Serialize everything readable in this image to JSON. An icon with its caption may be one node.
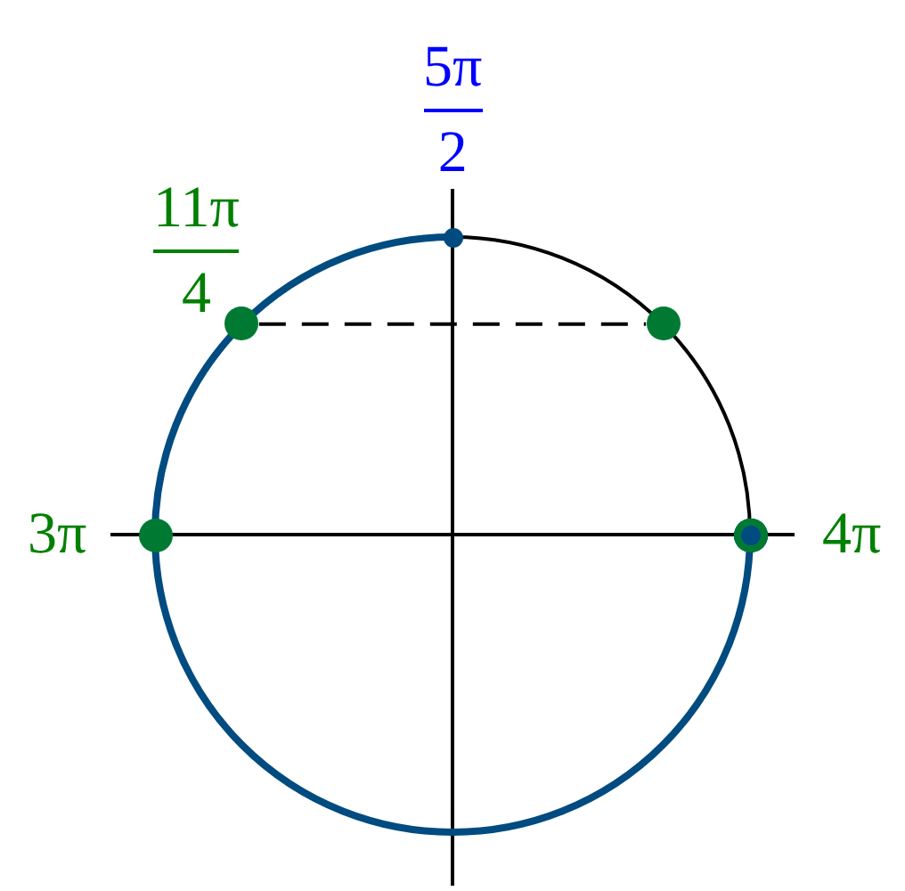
{
  "diagram": {
    "nodes": [
      {
        "text": [],
        "shape": "circle",
        "beside": [
          "5π",
          "2"
        ]
      },
      {
        "text": [],
        "shape": "circle",
        "beside": [
          "11π",
          "4"
        ]
      },
      {
        "text": [],
        "shape": "circle"
      },
      {
        "text": [],
        "shape": "circle",
        "beside": [
          "3π"
        ]
      },
      {
        "text": [],
        "shape": "circle",
        "beside": [
          "4π"
        ]
      }
    ],
    "edges": [
      {
        "from": 1,
        "to": 2,
        "arrow": "none",
        "style": "dashed"
      }
    ]
  }
}
